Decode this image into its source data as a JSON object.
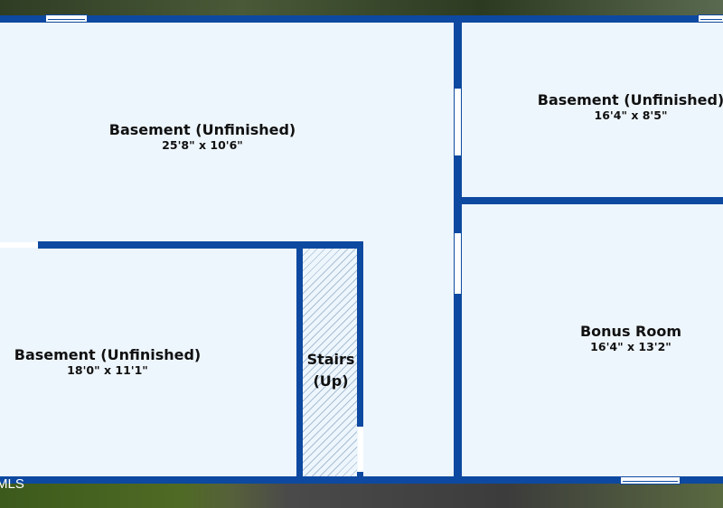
{
  "rooms": [
    {
      "name": "Basement (Unfinished)",
      "dimensions": "25'8\" x 10'6\""
    },
    {
      "name": "Basement (Unfinished)",
      "dimensions": "16'4\" x 8'5\""
    },
    {
      "name": "Basement (Unfinished)",
      "dimensions": "18'0\" x 11'1\""
    },
    {
      "name": "Bonus Room",
      "dimensions": "16'4\" x 13'2\""
    }
  ],
  "stairs": {
    "line1": "Stairs",
    "line2": "(Up)"
  },
  "watermark": "MLS",
  "colors": {
    "wall": "#0d49a0",
    "floor": "#eef6fd"
  }
}
